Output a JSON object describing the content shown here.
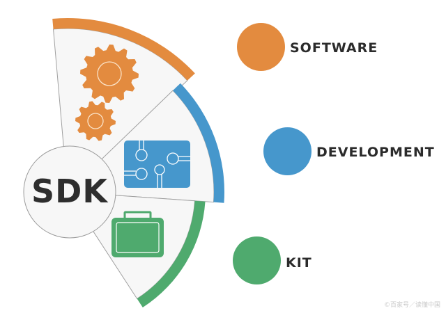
{
  "center": {
    "label": "SDK"
  },
  "items": [
    {
      "label": "SOFTWARE",
      "color": "#e38b3f"
    },
    {
      "label": "DEVELOPMENT",
      "color": "#4697cc"
    },
    {
      "label": "KIT",
      "color": "#4faa6e"
    }
  ],
  "watermark": "©百家号／读懂中国"
}
